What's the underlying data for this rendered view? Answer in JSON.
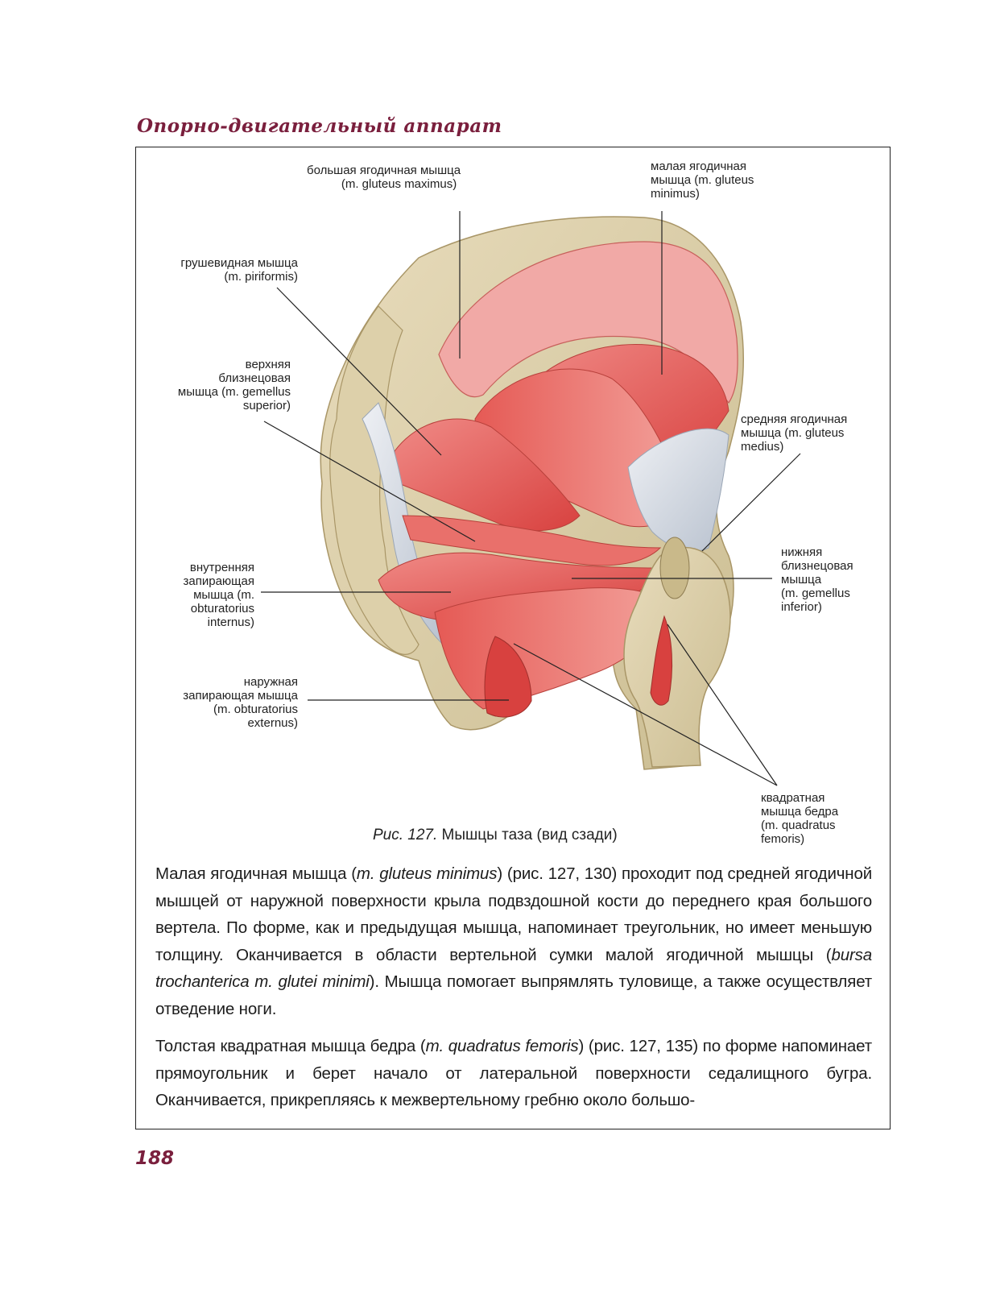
{
  "running_head": "Опорно-двигательный аппарат",
  "figure": {
    "labels": {
      "gluteus_maximus": [
        "большая ягодичная мышца",
        "(m. gluteus maximus)"
      ],
      "gluteus_minimus": [
        "малая ягодичная",
        "мышца (m. gluteus",
        "minimus)"
      ],
      "piriformis": [
        "грушевидная мышца",
        "(m. piriformis)"
      ],
      "gemellus_superior": [
        "верхняя",
        "близнецовая",
        "мышца (m. gemellus",
        "superior)"
      ],
      "gluteus_medius": [
        "средняя ягодичная",
        "мышца (m. gluteus",
        "medius)"
      ],
      "gemellus_inferior": [
        "нижняя",
        "близнецовая",
        "мышца",
        "(m. gemellus",
        "inferior)"
      ],
      "obturatorius_internus": [
        "внутренняя",
        "запирающая",
        "мышца (m.",
        "obturatorius",
        "internus)"
      ],
      "obturatorius_externus": [
        "наружная",
        "запирающая мышца",
        "(m. obturatorius",
        "externus)"
      ],
      "quadratus_femoris": [
        "квадратная",
        "мышца бедра",
        "(m. quadratus",
        "femoris)"
      ]
    },
    "caption_number": "Рис. 127.",
    "caption_text": " Мышцы таза (вид сзади)"
  },
  "paragraphs": [
    {
      "parts": [
        "Малая ягодичная мышца (",
        "m. gluteus minimus",
        ") (рис. 127, 130) проходит под средней ягодичной мышцей от наружной поверхности крыла подвздошной кости до переднего края большого вертела. По форме, как и предыдущая мышца, напоминает треугольник, но имеет меньшую толщину. Оканчивается в области вертельной сумки малой ягодичной мышцы (",
        "bursa trochanterica m. glutei minimi",
        "). Мышца помогает выпрямлять туловище, а также осуществляет отведение ноги."
      ]
    },
    {
      "parts": [
        "Толстая квадратная мышца бедра (",
        "m. quadratus femoris",
        ") (рис. 127, 135) по форме напоминает прямоугольник и берет начало от латеральной поверхности седалищного бугра. Оканчивается, прикрепляясь к межвертельному гребню около большо-"
      ]
    }
  ],
  "page_number": "188"
}
